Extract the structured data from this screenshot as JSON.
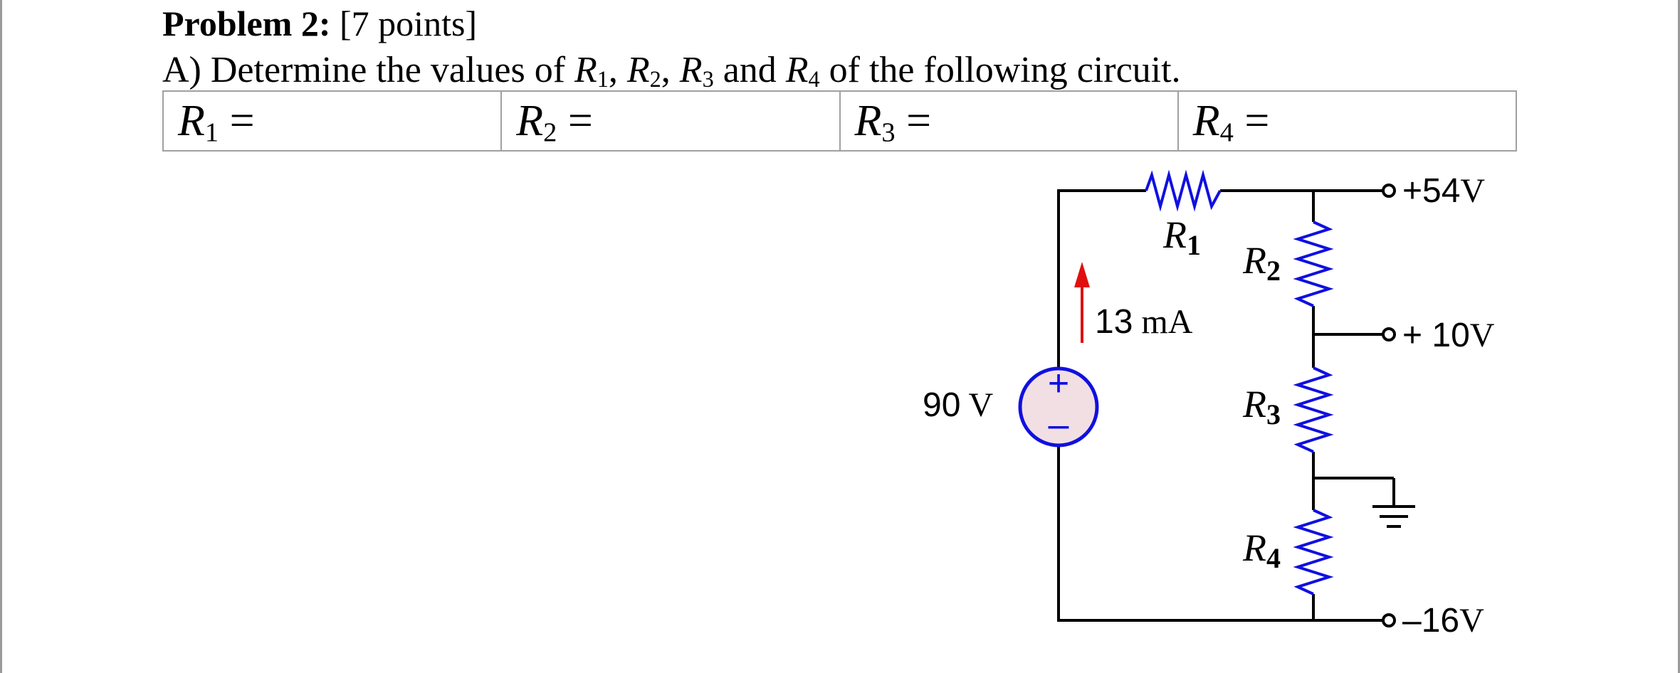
{
  "header": {
    "problem_label": "Problem 2:",
    "points": "[7 points]"
  },
  "question": {
    "prefix": "A) Determine the values of ",
    "sep1": ", ",
    "sep2": ", ",
    "and": " and ",
    "suffix": " of the following circuit."
  },
  "answers": [
    {
      "var": "R",
      "sub": "1",
      "eq": " ="
    },
    {
      "var": "R",
      "sub": "2",
      "eq": " ="
    },
    {
      "var": "R",
      "sub": "3",
      "eq": " ="
    },
    {
      "var": "R",
      "sub": "4",
      "eq": " ="
    }
  ],
  "circuit": {
    "resistor_labels": [
      {
        "var": "R",
        "sub": "1"
      },
      {
        "var": "R",
        "sub": "2"
      },
      {
        "var": "R",
        "sub": "3"
      },
      {
        "var": "R",
        "sub": "4"
      }
    ],
    "current": {
      "value": "13",
      "unit": "mA"
    },
    "source": {
      "value": "90",
      "unit": "V",
      "plus": "+",
      "minus": "–"
    },
    "terminals": [
      {
        "sign": "+",
        "value": "54",
        "unit": "V"
      },
      {
        "sign": "+ ",
        "value": "10",
        "unit": "V"
      },
      {
        "sign": "–",
        "value": "16",
        "unit": "V"
      }
    ],
    "colors": {
      "wire": "#000000",
      "resistor": "#1010e0",
      "source_fill": "#f2dfe3",
      "source_stroke": "#1010e0",
      "arrow": "#e01010"
    }
  }
}
